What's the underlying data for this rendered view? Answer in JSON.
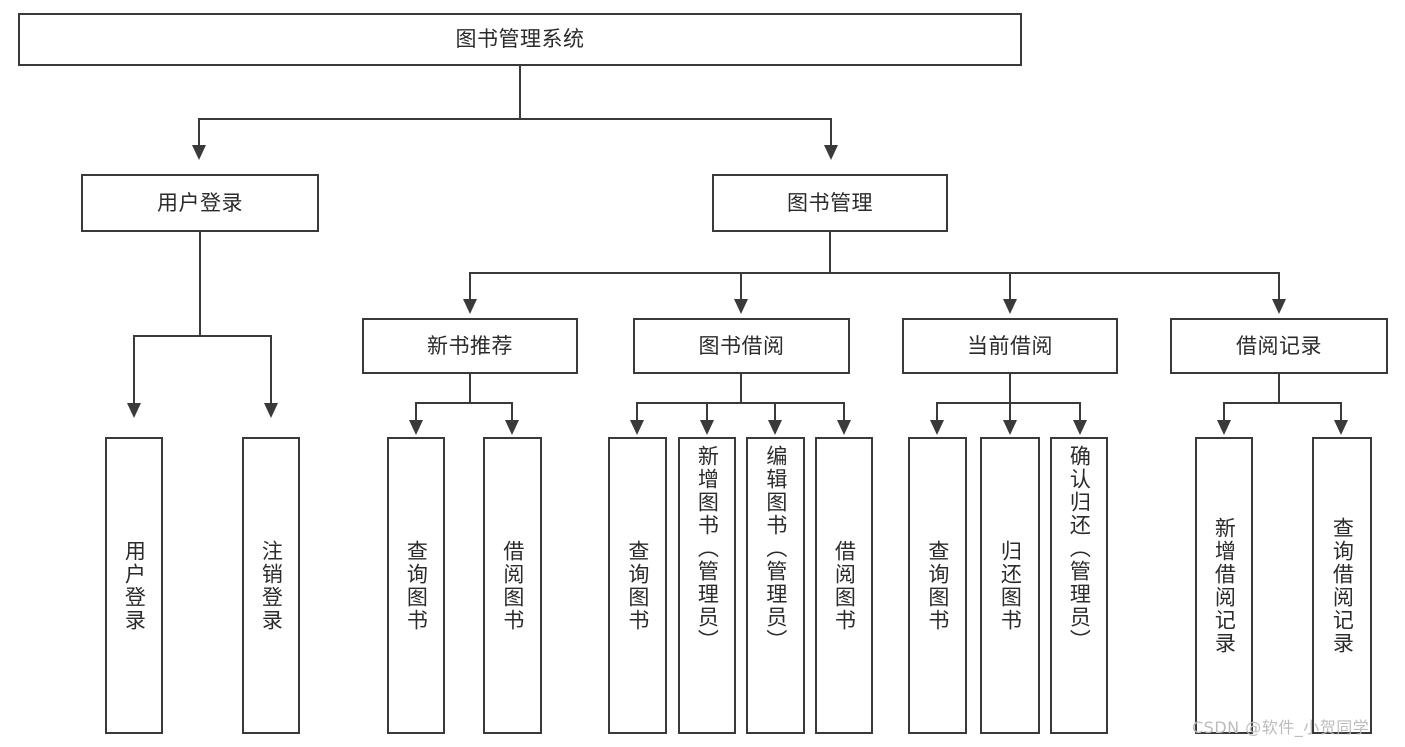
{
  "diagram": {
    "title": "图书管理系统",
    "type": "tree",
    "watermark": "CSDN @软件_小贺同学",
    "colors": {
      "stroke": "#3a3a3a",
      "text": "#2b2b2b",
      "background": "#ffffff",
      "watermark": "#bcbcbc"
    },
    "root": {
      "label": "图书管理系统"
    },
    "branches": [
      {
        "label": "用户登录"
      },
      {
        "label": "图书管理"
      }
    ],
    "subbranches": [
      {
        "label": "新书推荐"
      },
      {
        "label": "图书借阅"
      },
      {
        "label": "当前借阅"
      },
      {
        "label": "借阅记录"
      }
    ],
    "leaves": {
      "user_login": [
        {
          "label": "用户登录"
        },
        {
          "label": "注销登录"
        }
      ],
      "new_book_recommend": [
        {
          "label": "查询图书"
        },
        {
          "label": "借阅图书"
        }
      ],
      "book_borrow": [
        {
          "label": "查询图书"
        },
        {
          "label": "新增图书（管理员）"
        },
        {
          "label": "编辑图书（管理员）"
        },
        {
          "label": "借阅图书"
        }
      ],
      "current_borrow": [
        {
          "label": "查询图书"
        },
        {
          "label": "归还图书"
        },
        {
          "label": "确认归还（管理员）"
        }
      ],
      "borrow_record": [
        {
          "label": "新增借阅记录"
        },
        {
          "label": "查询借阅记录"
        }
      ]
    }
  }
}
